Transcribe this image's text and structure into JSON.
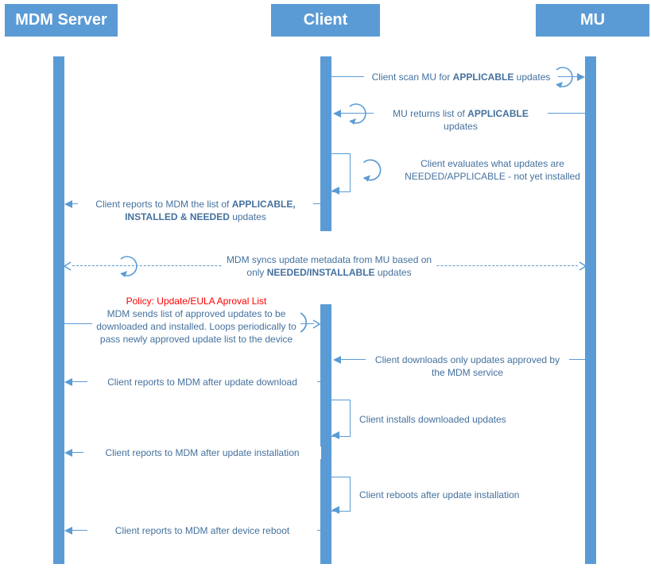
{
  "actors": [
    {
      "id": "mdm",
      "label": "MDM Server"
    },
    {
      "id": "client",
      "label": "Client"
    },
    {
      "id": "mu",
      "label": "MU"
    }
  ],
  "colors": {
    "shape_blue": "#5B9BD5",
    "text_blue": "#44719E",
    "policy_red": "#FF0000"
  },
  "messages": {
    "scan": {
      "pre": "Client scan MU for ",
      "bold": "APPLICABLE",
      "post": " updates"
    },
    "returns": {
      "pre": "MU returns list of ",
      "bold": "APPLICABLE",
      "post": " updates"
    },
    "evaluates": {
      "text": "Client evaluates what updates are NEEDED/APPLICABLE - not yet installed"
    },
    "reports_list": {
      "pre": "Client reports to MDM the list of ",
      "bold": "APPLICABLE, INSTALLED & NEEDED",
      "post": " updates"
    },
    "sync": {
      "pre": "MDM syncs update metadata from MU based on only ",
      "bold": "NEEDED/INSTALLABLE",
      "post": " updates"
    },
    "policy": {
      "title": "Policy: Update/EULA Aproval List",
      "body": "MDM sends list of approved updates to be downloaded and installed. Loops periodically to pass newly approved update list to the device"
    },
    "downloads": {
      "text": "Client downloads only updates approved by the MDM service"
    },
    "report_download": {
      "text": "Client reports to MDM after update download"
    },
    "installs": {
      "text": "Client installs downloaded updates"
    },
    "report_install": {
      "text": "Client reports to MDM after update installation"
    },
    "reboots": {
      "text": "Client reboots after update installation"
    },
    "report_reboot": {
      "text": "Client reports to MDM after device reboot"
    }
  }
}
